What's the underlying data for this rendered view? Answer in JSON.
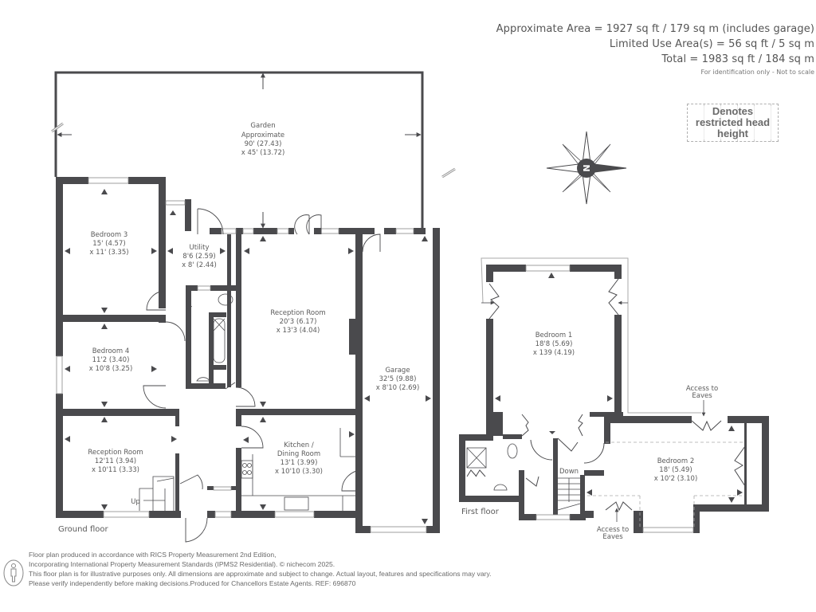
{
  "area_summary": {
    "approximate_area": "Approximate Area = 1927 sq ft / 179 sq m (includes garage)",
    "limited_use_area": "Limited Use Area(s) = 56 sq ft / 5 sq m",
    "total": "Total = 1983 sq ft / 184 sq m",
    "disclaimer": "For identification only - Not to scale"
  },
  "legend": {
    "restricted_head_height": "Denotes restricted head height"
  },
  "compass": {
    "direction_label": "N"
  },
  "colors": {
    "wall": "#4a4a4d",
    "text": "#5a5a5a",
    "background": "#ffffff"
  },
  "ground_floor": {
    "label": "Ground floor",
    "rooms": [
      {
        "name": "Garden",
        "line2": "Approximate",
        "dim1": "90' (27.43)",
        "dim2": "x 45' (13.72)"
      },
      {
        "name": "Bedroom 3",
        "dim1": "15' (4.57)",
        "dim2": "x 11' (3.35)"
      },
      {
        "name": "Utility",
        "dim1": "8'6 (2.59)",
        "dim2": "x 8' (2.44)"
      },
      {
        "name": "Reception Room",
        "dim1": "20'3 (6.17)",
        "dim2": "x 13'3 (4.04)"
      },
      {
        "name": "Garage",
        "dim1": "32'5 (9.88)",
        "dim2": "x 8'10 (2.69)"
      },
      {
        "name": "Bedroom 4",
        "dim1": "11'2 (3.40)",
        "dim2": "x 10'8 (3.25)"
      },
      {
        "name": "Reception Room",
        "dim1": "12'11 (3.94)",
        "dim2": "x 10'11 (3.33)"
      },
      {
        "name": "Kitchen /",
        "line2": "Dining Room",
        "dim1": "13'1 (3.99)",
        "dim2": "x 10'10 (3.30)"
      }
    ],
    "stairs_label": "Up"
  },
  "first_floor": {
    "label": "First floor",
    "rooms": [
      {
        "name": "Bedroom 1",
        "dim1": "18'8 (5.69)",
        "dim2": "x 139 (4.19)"
      },
      {
        "name": "Bedroom 2",
        "dim1": "18' (5.49)",
        "dim2": "x 10'2 (3.10)"
      }
    ],
    "stairs_label": "Down",
    "eaves_top": {
      "line1": "Access to",
      "line2": "Eaves"
    },
    "eaves_bottom": {
      "line1": "Access to",
      "line2": "Eaves"
    }
  },
  "footer": {
    "line1": "Floor plan produced in accordance with RICS Property Measurement 2nd Edition,",
    "line2": "Incorporating International Property Measurement Standards (IPMS2 Residential).   © nichecom 2025.",
    "line3": "This floor plan is for illustrative purposes only. All dimensions are approximate and subject to change. Actual layout, features and specifications may vary.",
    "line4": "Please verify independently before making decisions.Produced for Chancellors Estate Agents.   REF: 696870"
  }
}
